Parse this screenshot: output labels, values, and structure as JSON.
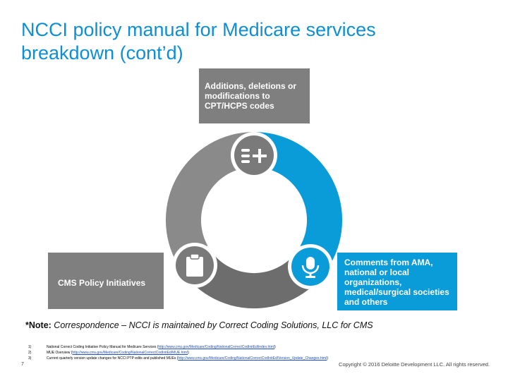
{
  "slide": {
    "title": "NCCI policy manual for Medicare services breakdown (cont’d)",
    "boxes": {
      "top": "Additions, deletions or modifications to CPT/HCPS codes",
      "left": "CMS Policy Initiatives",
      "right": "Comments from AMA, national or local organizations, medical/surgical societies and others"
    },
    "icons": {
      "top": "list-plus-icon",
      "left": "clipboard-icon",
      "right": "microphone-icon"
    },
    "note_label": "*Note:",
    "note_text": " Correspondence – NCCI is maintained by Correct Coding Solutions, LLC for CMS",
    "footnotes": [
      {
        "num": "1)",
        "text": "National Correct Coding Initiative Policy Manual for Medicare Services (",
        "url": "http://www.cms.gov/Medicare/Coding/NationalCorrectCodInitEd/index.html",
        "tail": ")"
      },
      {
        "num": "2)",
        "text": "MUE Overview (",
        "url": "http://www.cms.gov/Medicare/Coding/NationalCorrectCodInitEd/MUE.html",
        "tail": ")"
      },
      {
        "num": "3)",
        "text": "Current quarterly version update changes for NCCI PTP edits and published MUEs (",
        "url": "http://www.cms.gov/Medicare/Coding/NationalCorrectCodInitEd/Version_Update_Changes.html",
        "tail": ")"
      }
    ],
    "page_number": "7",
    "copyright": "Copyright © 2016 Deloitte Development LLC. All rights reserved."
  },
  "colors": {
    "title": "#0d8fd6",
    "grey_box": "#7f7f7f",
    "blue_box": "#0a9bd9",
    "ring_grey": "#8a8a8a",
    "ring_dark": "#6d6d6d",
    "ring_blue": "#0a9bd9"
  }
}
